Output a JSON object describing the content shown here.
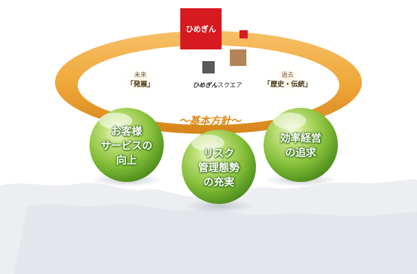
{
  "logo": {
    "text": "ひめぎん"
  },
  "square_name": {
    "brand": "ひめぎん",
    "suffix": "スクエア"
  },
  "future": {
    "line1": "未来",
    "line2": "「発展」"
  },
  "past": {
    "line1": "過去",
    "line2": "「歴史・伝統」"
  },
  "policy": {
    "title": "〜基本方針〜"
  },
  "pillars": [
    {
      "line1": "お客様",
      "line2": "サービスの",
      "line3": "向上"
    },
    {
      "line1": "リスク",
      "line2": "管理態勢",
      "line3": "の充実"
    },
    {
      "line1": "効率経営",
      "line2": "の追求"
    }
  ],
  "colors": {
    "ring": "#f0a83a",
    "ring_dark": "#d58418",
    "brand_red": "#d71920",
    "accent_brown": "#b38456",
    "accent_gray": "#5a5a5a",
    "sphere_green": "#8dc63f",
    "policy_text": "#e18a17"
  }
}
